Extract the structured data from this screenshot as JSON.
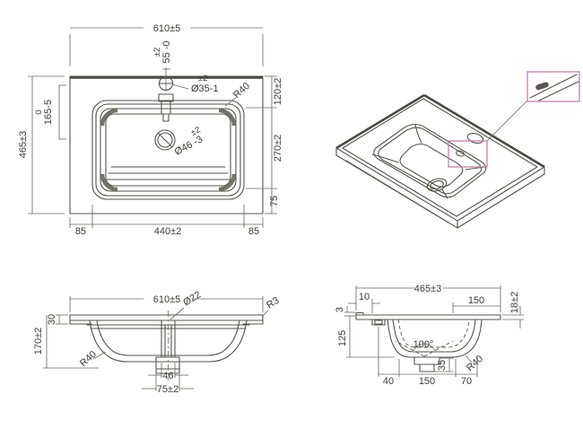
{
  "colors": {
    "line": "#54544b",
    "dimension": "#6e6e64",
    "text": "#3b3b35",
    "callout_accent": "#bf7fae",
    "detail_fill": "#595950",
    "background": "#ffffff"
  },
  "plan": {
    "width": "610±5",
    "height": "465±3",
    "faucet_offset_tol": "±2",
    "faucet_offset": "55 -0",
    "faucet_dia_tol": "±2",
    "faucet_dia": "Ø35-1",
    "drain_offset_tol": "0",
    "drain_offset": "165-5",
    "drain_dia_tol": "±2",
    "drain_dia": "Ø46 -3",
    "corner_radius": "R40",
    "right_rear": "120±2",
    "right_mid": "270±2",
    "right_front": "75",
    "bottom_left": "85",
    "bottom_center": "440±2",
    "bottom_right": "85"
  },
  "front": {
    "width": "610±5",
    "pipe_dia": "Ø22",
    "edge_radius": "R3",
    "edge_height": "30",
    "total_height": "170±2",
    "bowl_radius": "R40",
    "pipe_width": "46",
    "trap_width": "75±2"
  },
  "side": {
    "depth": "465±3",
    "apron_offset": "10",
    "deck_depth": "150",
    "top_thickness": "18±2",
    "lip": "3",
    "bowl_depth": "125",
    "bowl_angle": "100°",
    "trap_height": "35",
    "bowl_radius": "R40",
    "bottom_front": "40",
    "bottom_center": "150",
    "bottom_rear": "70"
  }
}
